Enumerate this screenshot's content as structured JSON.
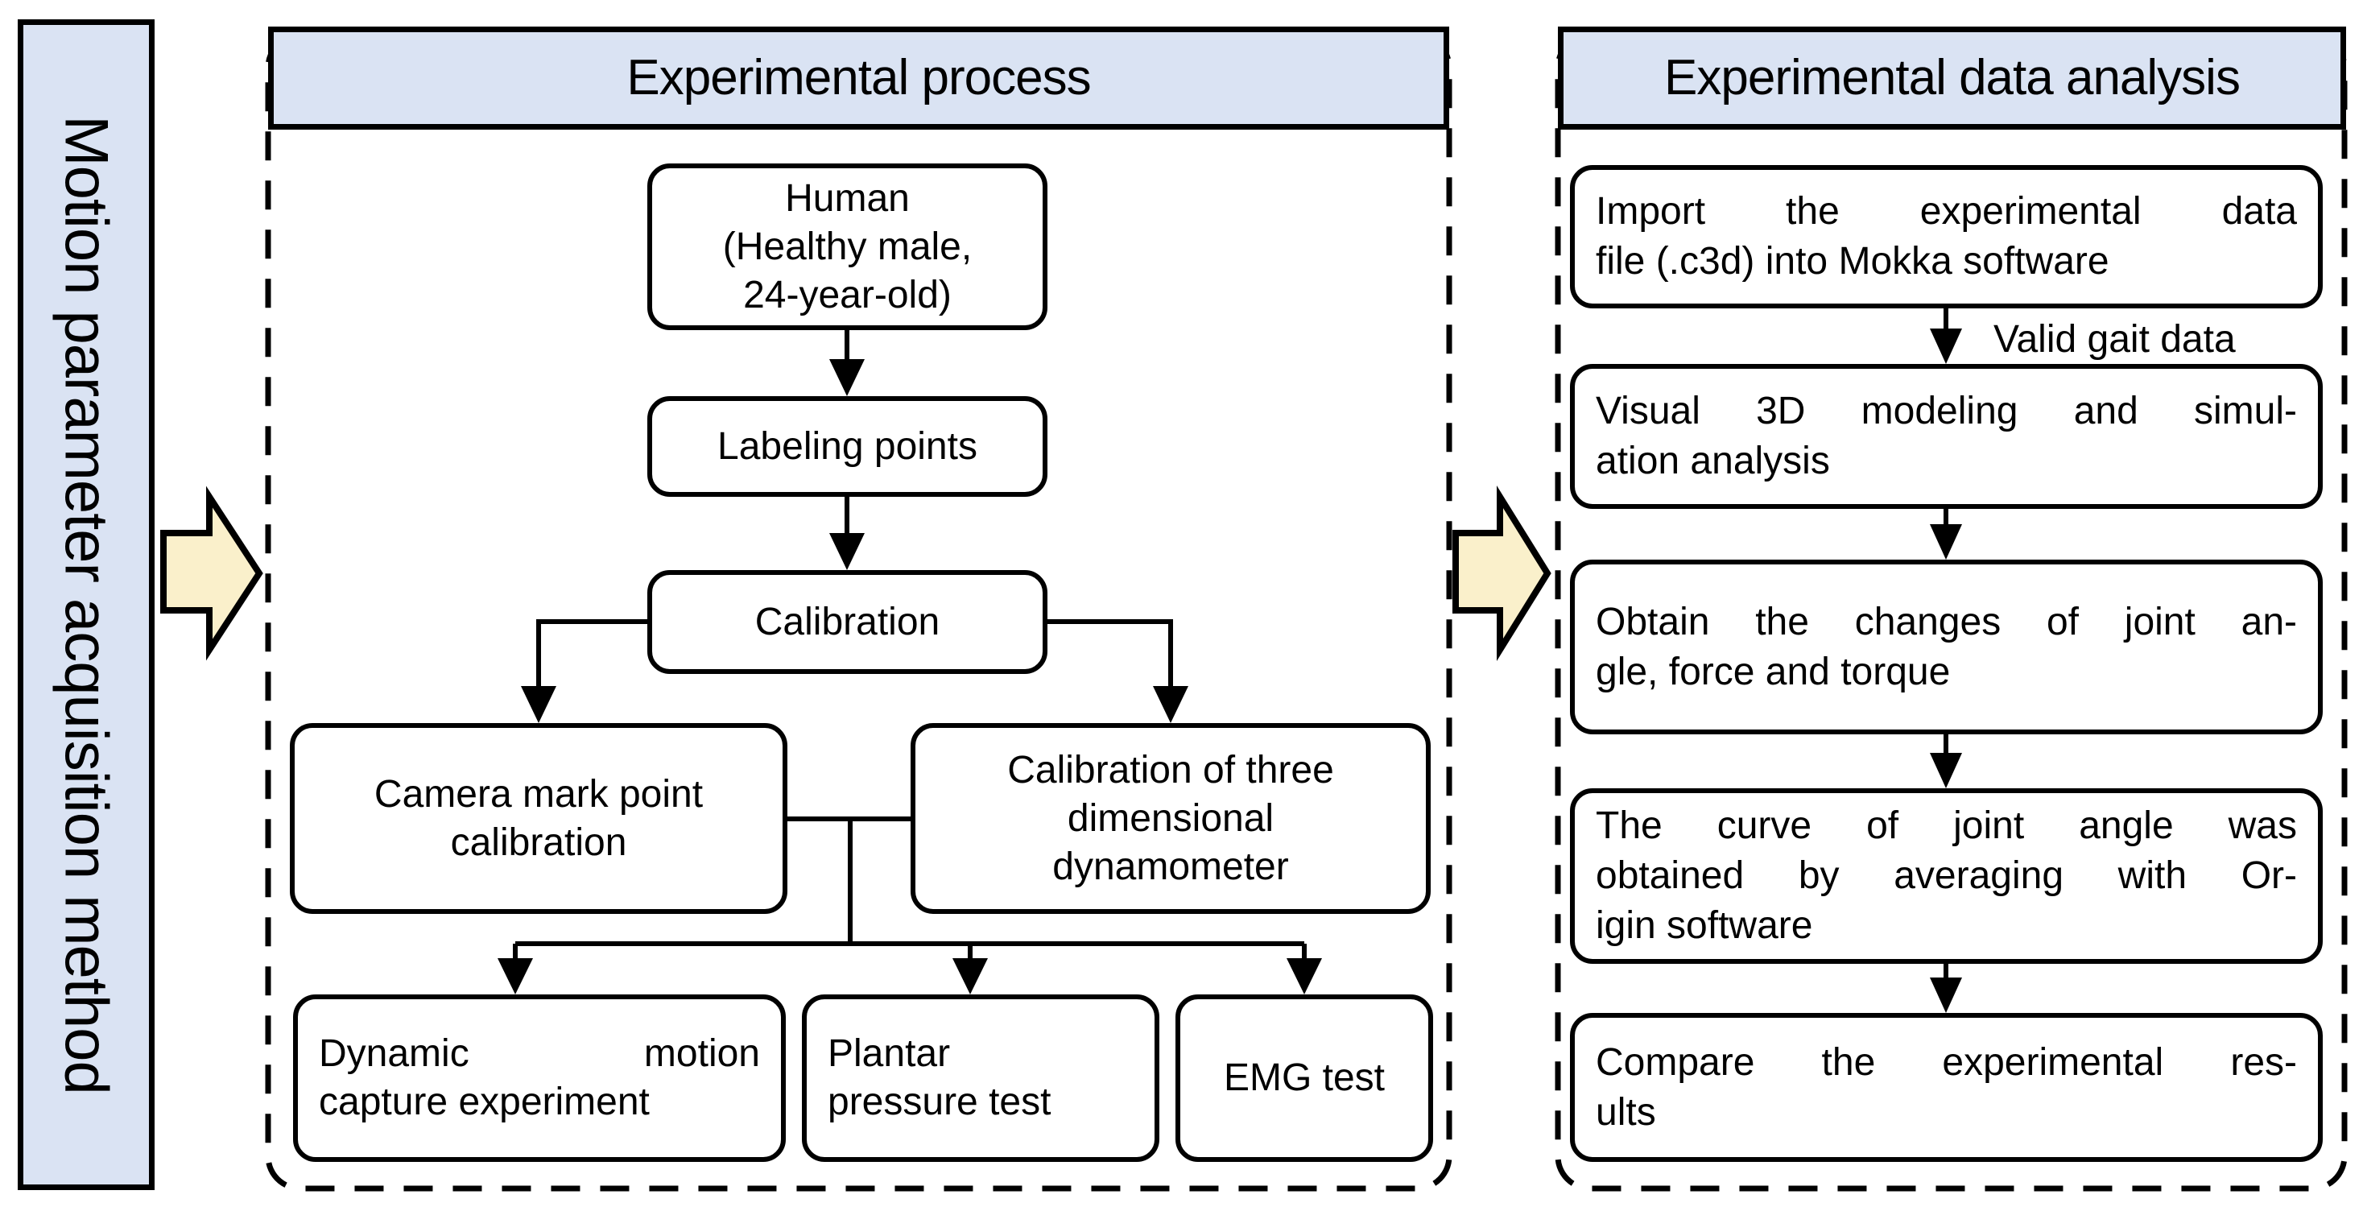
{
  "sidebar": {
    "label": "Motion parameter acquisition method"
  },
  "experimental_process": {
    "title": "Experimental process",
    "nodes": {
      "human": {
        "lines": [
          "Human",
          "(Healthy male,",
          "24-year-old)"
        ]
      },
      "labeling": {
        "lines": [
          "Labeling points"
        ]
      },
      "calibration": {
        "lines": [
          "Calibration"
        ]
      },
      "camera": {
        "lines": [
          "Camera mark point",
          "calibration"
        ]
      },
      "dynamometer": {
        "lines": [
          "Calibration of three",
          "dimensional",
          "dynamometer"
        ]
      },
      "dynamic": {
        "lines": [
          "Dynamic motion",
          "capture experiment"
        ]
      },
      "plantar": {
        "lines": [
          "Plantar",
          "pressure test"
        ]
      },
      "emg": {
        "lines": [
          "EMG test"
        ]
      }
    }
  },
  "experimental_data_analysis": {
    "title": "Experimental data analysis",
    "edge_label": "Valid gait data",
    "steps": [
      {
        "lines": [
          "Import the experimental data",
          "file (.c3d) into Mokka software"
        ]
      },
      {
        "lines": [
          "Visual 3D modeling and simul-",
          "ation analysis"
        ]
      },
      {
        "lines": [
          "Obtain the changes of joint an-",
          "gle, force and torque"
        ]
      },
      {
        "lines": [
          "The curve of joint angle was",
          "obtained by averaging with Or-",
          "igin software"
        ]
      },
      {
        "lines": [
          "Compare the experimental res-",
          "ults"
        ]
      }
    ]
  },
  "colors": {
    "panel_fill": "#dae3f3",
    "arrow_fill": "#faf0cb",
    "line": "#000000",
    "box_fill": "#ffffff"
  }
}
